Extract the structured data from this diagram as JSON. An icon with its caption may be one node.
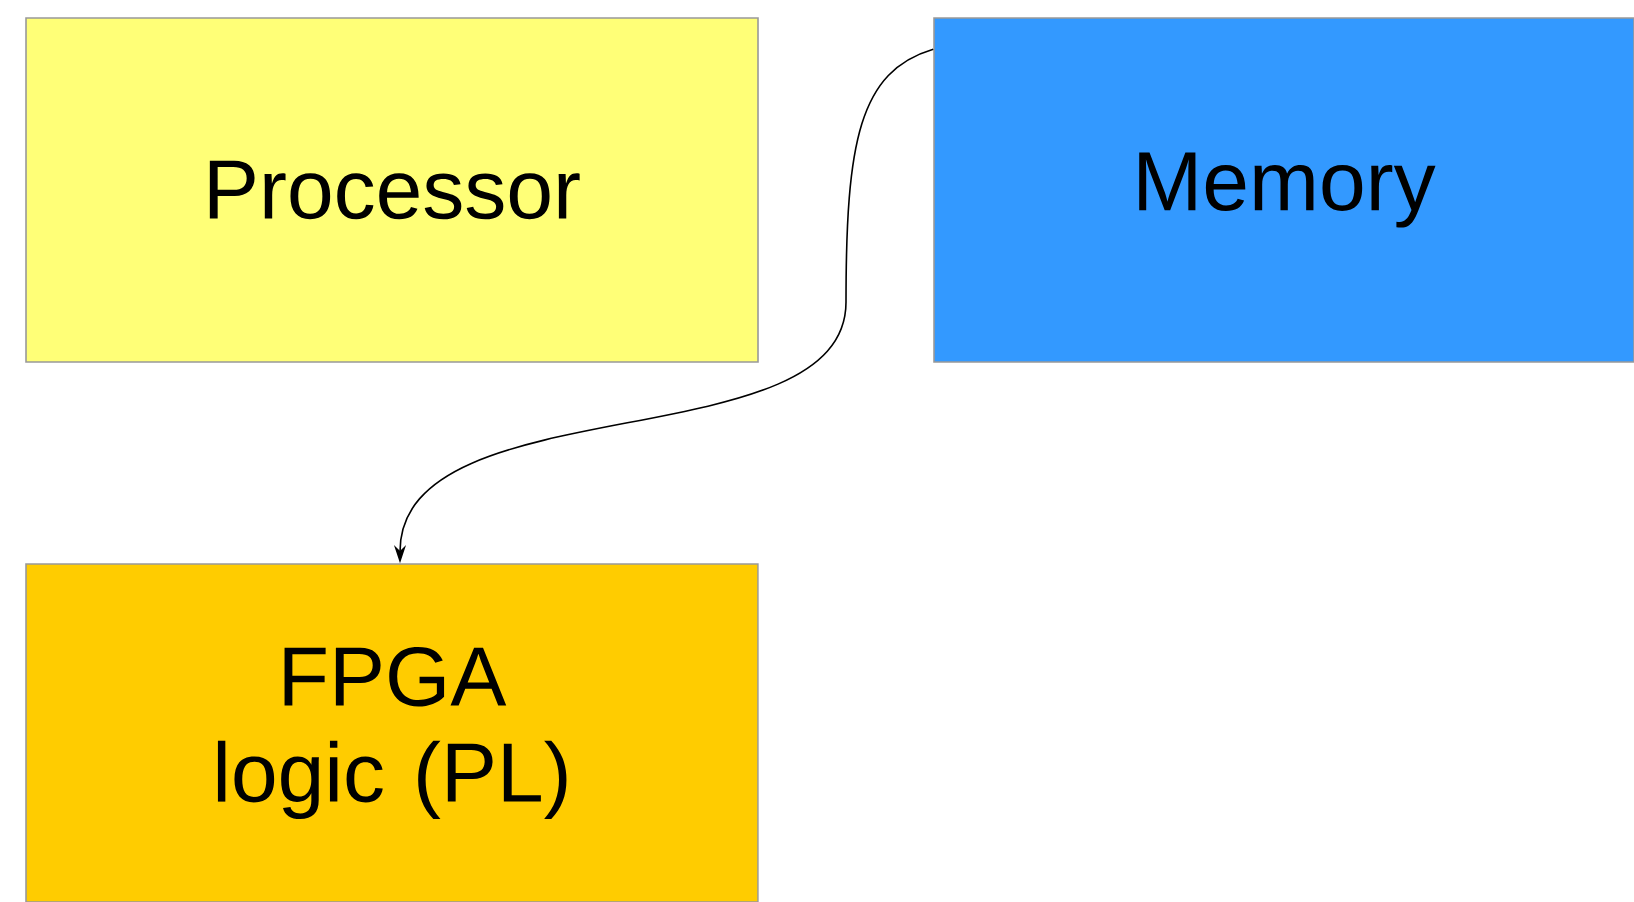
{
  "diagram": {
    "nodes": [
      {
        "text": [
          "Processor"
        ]
      },
      {
        "text": [
          "Memory"
        ]
      },
      {
        "text": [
          "FPGA logic (PL)"
        ]
      }
    ],
    "edges": [
      {
        "from": 1,
        "to": 2,
        "arrow": "to"
      }
    ]
  }
}
